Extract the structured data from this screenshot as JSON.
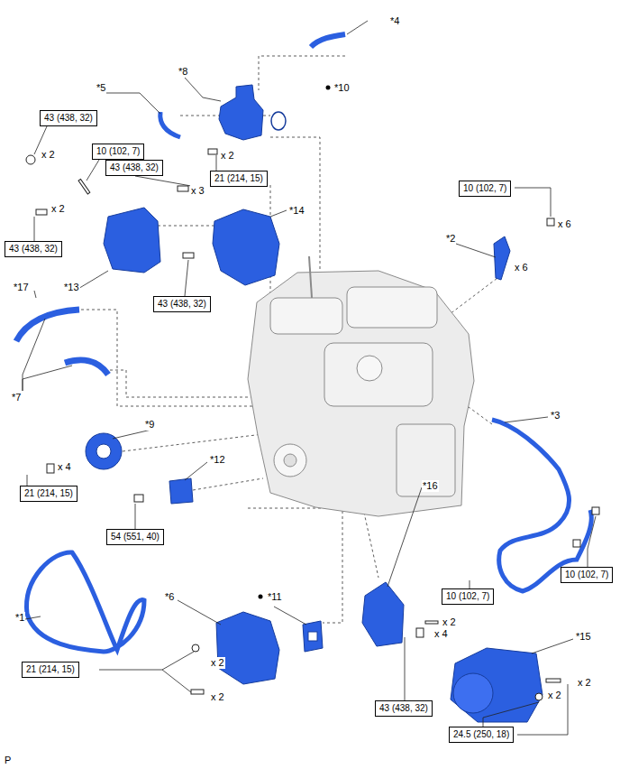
{
  "diagram": {
    "nodes": [
      {
        "text": [
          "43 (438, 32)"
        ]
      },
      {
        "text": [
          "10 (102, 7)"
        ]
      },
      {
        "text": [
          "43 (438, 32)"
        ]
      },
      {
        "text": [
          "21 (214, 15)"
        ]
      },
      {
        "text": [
          "10 (102, 7)"
        ]
      },
      {
        "text": [
          "43 (438, 32)"
        ]
      },
      {
        "text": [
          "43 (438, 32)"
        ]
      },
      {
        "text": [
          "21 (214, 15)"
        ]
      },
      {
        "text": [
          "54 (551, 40)"
        ]
      },
      {
        "text": [
          "10 (102, 7)"
        ]
      },
      {
        "text": [
          "10 (102, 7)"
        ]
      },
      {
        "text": [
          "21 (214, 15)"
        ]
      },
      {
        "text": [
          "43 (438, 32)"
        ]
      },
      {
        "text": [
          "24.5 (250, 18)"
        ]
      }
    ],
    "labels": [
      "*4",
      "*8",
      "*5",
      "*10",
      "x 2",
      "x 2",
      "x 3",
      "*14",
      "x 6",
      "x 2",
      "*2",
      "x 6",
      "*17",
      "*13",
      "*7",
      "*3",
      "*9",
      "*12",
      "x 4",
      "*16",
      "*6",
      "*11",
      "*1",
      "x 2",
      "x 4",
      "*15",
      "x 2",
      "x 2",
      "x 2",
      "x 2",
      "P"
    ]
  }
}
